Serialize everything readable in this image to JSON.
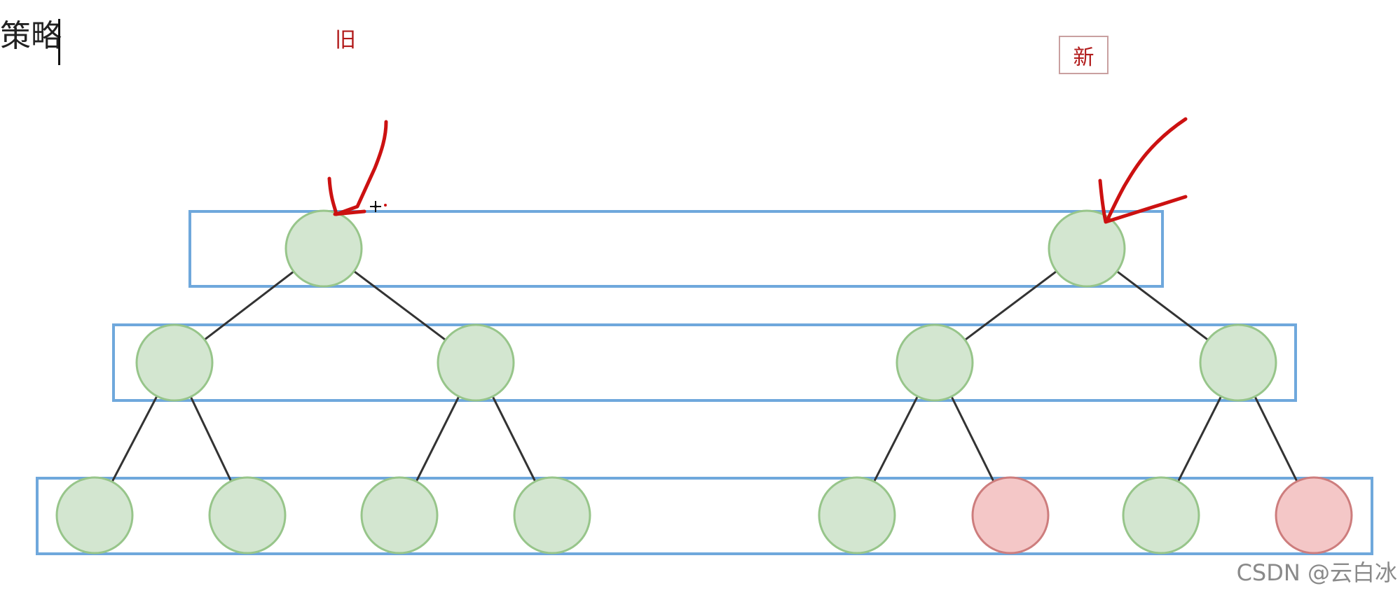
{
  "heading": "策略",
  "labels": {
    "old": "旧",
    "new": "新"
  },
  "watermark": "CSDN @云白冰",
  "colors": {
    "node_fill": "#d3e6d0",
    "node_stroke": "#97c58a",
    "new_node_fill": "#f4c7c7",
    "new_node_stroke": "#cd7d7d",
    "level_box": "#6fa8dc",
    "edge": "#333333",
    "annotation": "#cc1111"
  },
  "trees": [
    {
      "name": "old",
      "levels": [
        {
          "nodes": [
            {
              "status": "same"
            }
          ]
        },
        {
          "nodes": [
            {
              "status": "same"
            },
            {
              "status": "same"
            }
          ]
        },
        {
          "nodes": [
            {
              "status": "same"
            },
            {
              "status": "same"
            },
            {
              "status": "same"
            },
            {
              "status": "same"
            }
          ]
        }
      ]
    },
    {
      "name": "new",
      "levels": [
        {
          "nodes": [
            {
              "status": "same"
            }
          ]
        },
        {
          "nodes": [
            {
              "status": "same"
            },
            {
              "status": "same"
            }
          ]
        },
        {
          "nodes": [
            {
              "status": "same"
            },
            {
              "status": "new"
            },
            {
              "status": "same"
            },
            {
              "status": "new"
            }
          ]
        }
      ]
    }
  ],
  "layer_boxes": 3
}
